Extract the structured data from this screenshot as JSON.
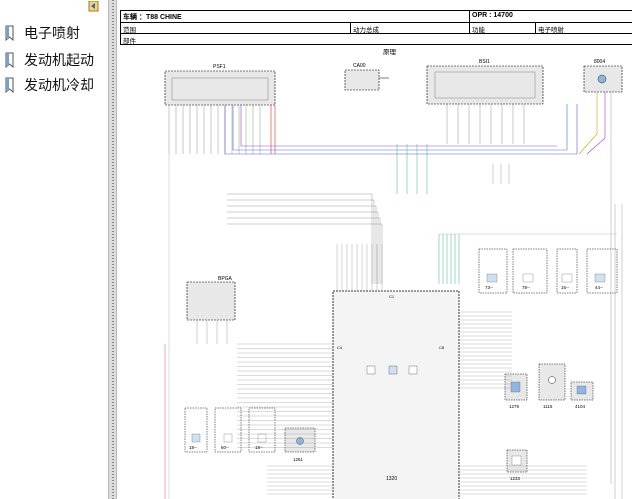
{
  "sidebar": {
    "items": [
      {
        "label": "电子喷射"
      },
      {
        "label": "发动机起动"
      },
      {
        "label": "发动机冷却"
      }
    ]
  },
  "header": {
    "vehicle": "车辆 ：T88 CHINE",
    "opr": "OPR : 14700",
    "scope_label": "范围",
    "powertrain": "动力总成",
    "function_label": "功能",
    "function_value": "电子喷射",
    "component_label": "部件",
    "diagram_title": "原理"
  },
  "diagram": {
    "components": [
      "PSF1",
      "CA00",
      "BSI1",
      "8004",
      "BPGA",
      "1320",
      "1279",
      "1115",
      "4104",
      "1261",
      "1233"
    ],
    "sub_labels": [
      "73--",
      "78--",
      "16--",
      "44--",
      "18--",
      "60--",
      "18--"
    ],
    "pin_groups": [
      "C4",
      "C8",
      "C1"
    ]
  }
}
